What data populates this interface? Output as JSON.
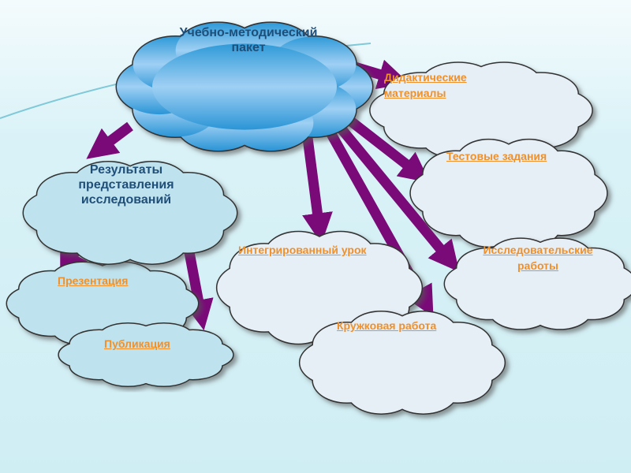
{
  "colors": {
    "arrow": "#7a0a78",
    "main_cloud": "#3ea6e0",
    "light_cloud": "#e6eef6",
    "drop_cloud": "#bfe3ee",
    "label_dark": "#1f4e79",
    "label_link": "#f0902a"
  },
  "main": {
    "title_line1": "Учебно-методический",
    "title_line2": "пакет"
  },
  "results": {
    "line1": "Результаты",
    "line2": "представления",
    "line3": "исследований"
  },
  "nodes": {
    "didactic_line1": "Дидактические",
    "didactic_line2": "материалы",
    "tests": "Тестовые задания",
    "integrated": "Интегрированный урок",
    "research_line1": "Исследовательские",
    "research_line2": "работы",
    "club": "Кружковая работа",
    "presentation": "Презентация",
    "publication": "Публикация"
  }
}
